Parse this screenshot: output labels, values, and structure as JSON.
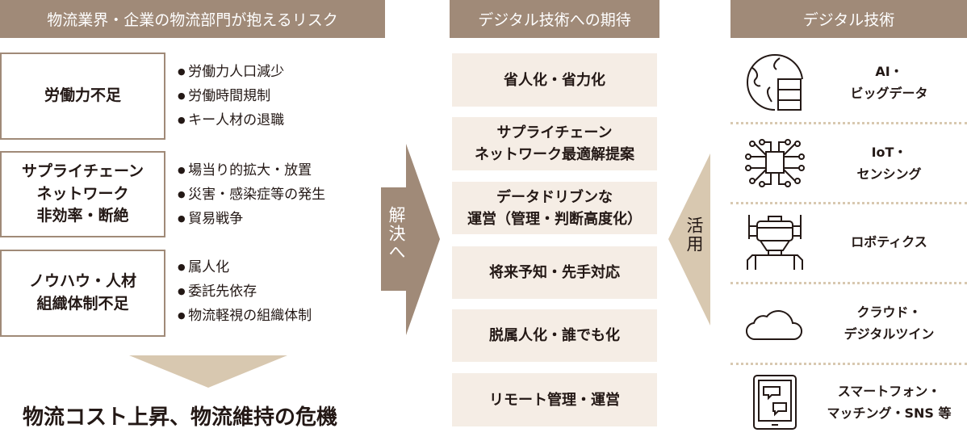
{
  "colors": {
    "header": "#a08a78",
    "box_fill": "#f5ede5",
    "accent_light": "#d8c8b0",
    "text": "#231815"
  },
  "left": {
    "header": "物流業界・企業の物流部門が抱えるリスク",
    "risks": [
      {
        "title": "労働力不足",
        "bullets": [
          "労働力人口減少",
          "労働時間規制",
          "キー人材の退職"
        ]
      },
      {
        "title": "サプライチェーン\nネットワーク\n非効率・断絶",
        "bullets": [
          "場当り的拡大・放置",
          "災害・感染症等の発生",
          "貿易戦争"
        ]
      },
      {
        "title": "ノウハウ・人材\n組織体制不足",
        "bullets": [
          "属人化",
          "委託先依存",
          "物流軽視の組織体制"
        ]
      }
    ],
    "conclusion": "物流コスト上昇、物流維持の危機"
  },
  "arrow_solve": "解決へ",
  "arrow_use": "活用",
  "middle": {
    "header": "デジタル技術への期待",
    "items": [
      "省人化・省力化",
      "サプライチェーン\nネットワーク最適解提案",
      "データドリブンな\n運営（管理・判断高度化）",
      "将来予知・先手対応",
      "脱属人化・誰でも化",
      "リモート管理・運営"
    ]
  },
  "right": {
    "header": "デジタル技術",
    "items": [
      {
        "icon": "globe-server-icon",
        "label": "AI・\nビッグデータ"
      },
      {
        "icon": "circuit-chip-icon",
        "label": "IoT・\nセンシング"
      },
      {
        "icon": "robot-icon",
        "label": "ロボティクス"
      },
      {
        "icon": "cloud-icon",
        "label": "クラウド・\nデジタルツイン"
      },
      {
        "icon": "tablet-chat-icon",
        "label": "スマートフォン・\nマッチング・SNS 等"
      }
    ]
  }
}
